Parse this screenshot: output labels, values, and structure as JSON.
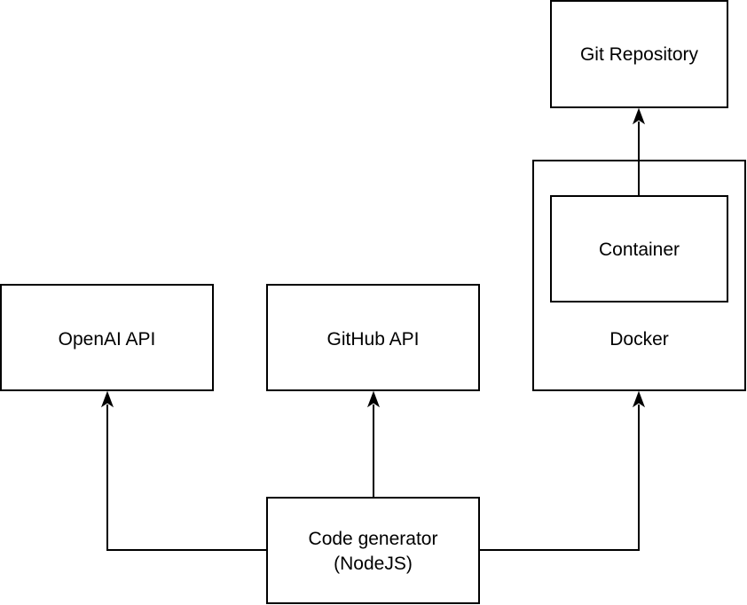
{
  "nodes": {
    "git_repository": {
      "label": "Git Repository"
    },
    "docker": {
      "label": "Docker"
    },
    "container": {
      "label": "Container"
    },
    "openai_api": {
      "label": "OpenAI API"
    },
    "github_api": {
      "label": "GitHub API"
    },
    "code_generator": {
      "line1": "Code generator",
      "line2": "(NodeJS)"
    }
  },
  "edges": [
    {
      "from": "code_generator",
      "to": "openai_api"
    },
    {
      "from": "code_generator",
      "to": "github_api"
    },
    {
      "from": "code_generator",
      "to": "docker"
    },
    {
      "from": "container",
      "to": "git_repository"
    }
  ],
  "colors": {
    "stroke": "#000000",
    "fill": "#ffffff",
    "text": "#000000"
  }
}
